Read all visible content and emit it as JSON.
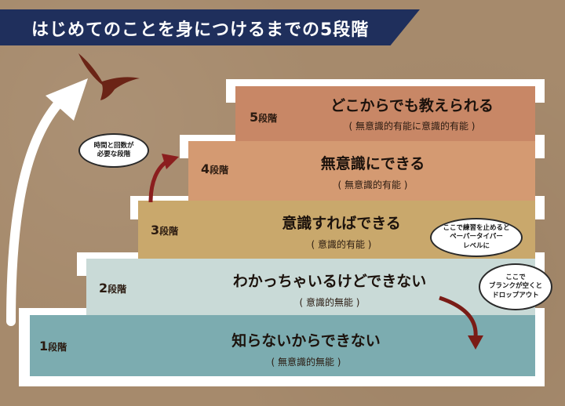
{
  "title": "はじめてのことを身につけるまでの5段階",
  "stages": [
    {
      "num": "1",
      "suffix": "段階",
      "title": "知らないからできない",
      "sub": "( 無意識的無能 )"
    },
    {
      "num": "2",
      "suffix": "段階",
      "title": "わかっちゃいるけどできない",
      "sub": "( 意識的無能 )"
    },
    {
      "num": "3",
      "suffix": "段階",
      "title": "意識すればできる",
      "sub": "( 意識的有能 )"
    },
    {
      "num": "4",
      "suffix": "段階",
      "title": "無意識にできる",
      "sub": "( 無意識的有能 )"
    },
    {
      "num": "5",
      "suffix": "段階",
      "title": "どこからでも教えられる",
      "sub": "( 無意識的有能に意識的有能 )"
    }
  ],
  "bubbles": {
    "time": [
      "時間と回数が",
      "必要な段階"
    ],
    "paper": [
      "ここで練習を止めると",
      "ペーパータイパー",
      "レベルに"
    ],
    "blank": [
      "ここで",
      "ブランクが空くと",
      "ドロップアウト"
    ]
  },
  "colors": {
    "banner": "#1f2f5c",
    "stage1": "#7cacb0",
    "stage2": "#c9dad7",
    "stage3": "#c9a86c",
    "stage4": "#d49a72",
    "stage5": "#c88766",
    "arrow_red": "#8b1e1e",
    "bird": "#6b2416"
  }
}
